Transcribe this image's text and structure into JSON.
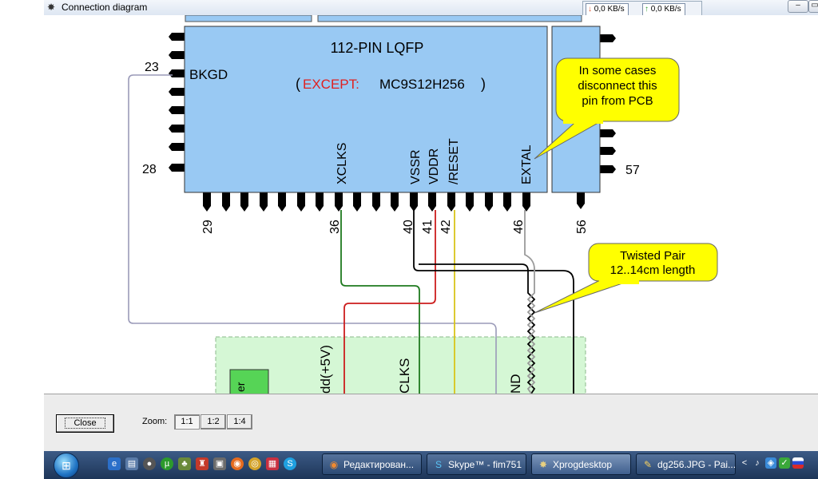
{
  "window": {
    "title": "Connection diagram",
    "title_icon": "app-icon",
    "buttons": [
      "minimize",
      "restore"
    ]
  },
  "net_meter": {
    "download": "0,0 KB/s",
    "upload": "0,0 KB/s"
  },
  "diagram": {
    "chip_title": "112-PIN LQFP",
    "except_label": "EXCEPT:",
    "except_model": "MC9S12H256",
    "paren_open": "(",
    "paren_close": ")",
    "bkgd_label": "BKGD",
    "signals": {
      "xclks": "XCLKS",
      "vssr": "VSSR",
      "vddr": "VDDR",
      "reset": "/RESET",
      "extal": "EXTAL"
    },
    "pin_numbers": {
      "p23": "23",
      "p28": "28",
      "p29": "29",
      "p36": "36",
      "p40": "40",
      "p41": "41",
      "p42": "42",
      "p46": "46",
      "p56": "56",
      "p57": "57"
    },
    "callout_extal": {
      "line1": "In some cases",
      "line2": "disconnect this",
      "line3": "pin from PCB"
    },
    "callout_twisted": {
      "line1": "Twisted Pair",
      "line2": "12..14cm  length"
    },
    "adapter": {
      "vdd_label": "dd(+5V)",
      "clks_label": "CLKS",
      "gnd_label": "ND",
      "small_label": "er"
    },
    "colors": {
      "chip_fill": "#99c9f3",
      "adapter_fill": "#d5f7d5",
      "adapter_block": "#56d456",
      "callout_fill": "#ffff00",
      "wire_green": "#1f7a1f",
      "wire_red": "#cc1d1d",
      "wire_yellow": "#d8c41a",
      "wire_black": "#000000",
      "wire_gray": "#9a9ab8",
      "except_red": "#e02020"
    }
  },
  "controls": {
    "close_label": "Close",
    "zoom_label": "Zoom:",
    "zoom_options": [
      "1:1",
      "1:2",
      "1:4"
    ],
    "zoom_selected": "1:1"
  },
  "taskbar": {
    "tasks": [
      {
        "label": "Редактирован...",
        "icon": "firefox-icon"
      },
      {
        "label": "Skype™ - fim751",
        "icon": "skype-icon"
      },
      {
        "label": "Xprogdesktop",
        "icon": "xprog-icon"
      },
      {
        "label": "dg256.JPG - Pai...",
        "icon": "paint-icon"
      }
    ],
    "tray_arrow": "<"
  }
}
